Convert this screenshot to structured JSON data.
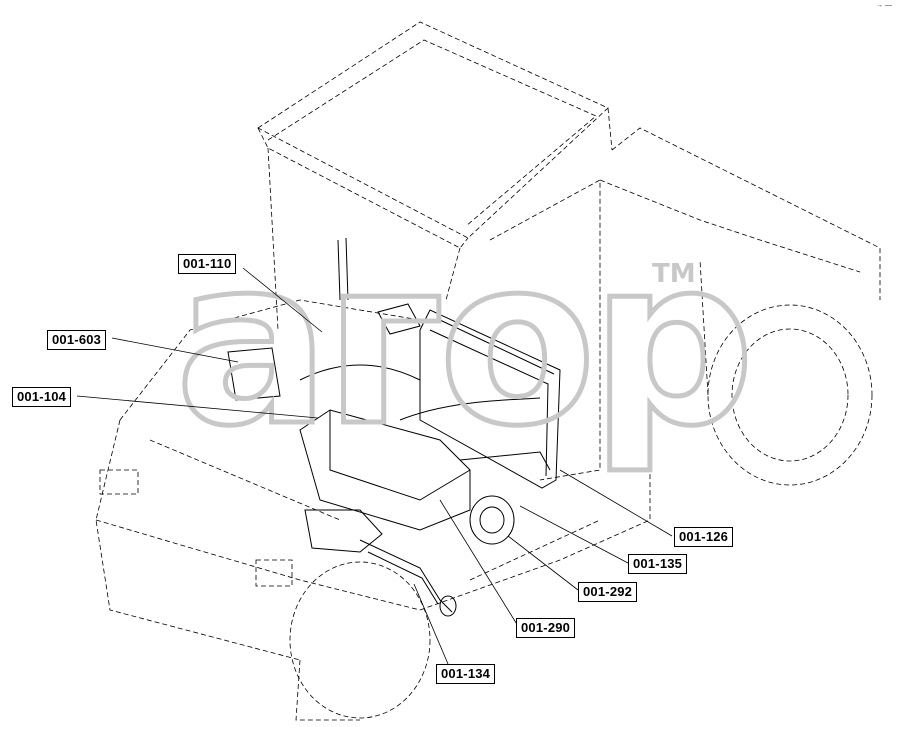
{
  "watermark": {
    "text": "агор",
    "mark": "TM"
  },
  "corner_mark": "→ —",
  "callouts": [
    {
      "id": "c110",
      "label": "001-110"
    },
    {
      "id": "c603",
      "label": "001-603"
    },
    {
      "id": "c104",
      "label": "001-104"
    },
    {
      "id": "c126",
      "label": "001-126"
    },
    {
      "id": "c135",
      "label": "001-135"
    },
    {
      "id": "c292",
      "label": "001-292"
    },
    {
      "id": "c290",
      "label": "001-290"
    },
    {
      "id": "c134",
      "label": "001-134"
    }
  ],
  "colors": {
    "line": "#000000",
    "watermark": "#c8c8c8",
    "background": "#ffffff"
  }
}
